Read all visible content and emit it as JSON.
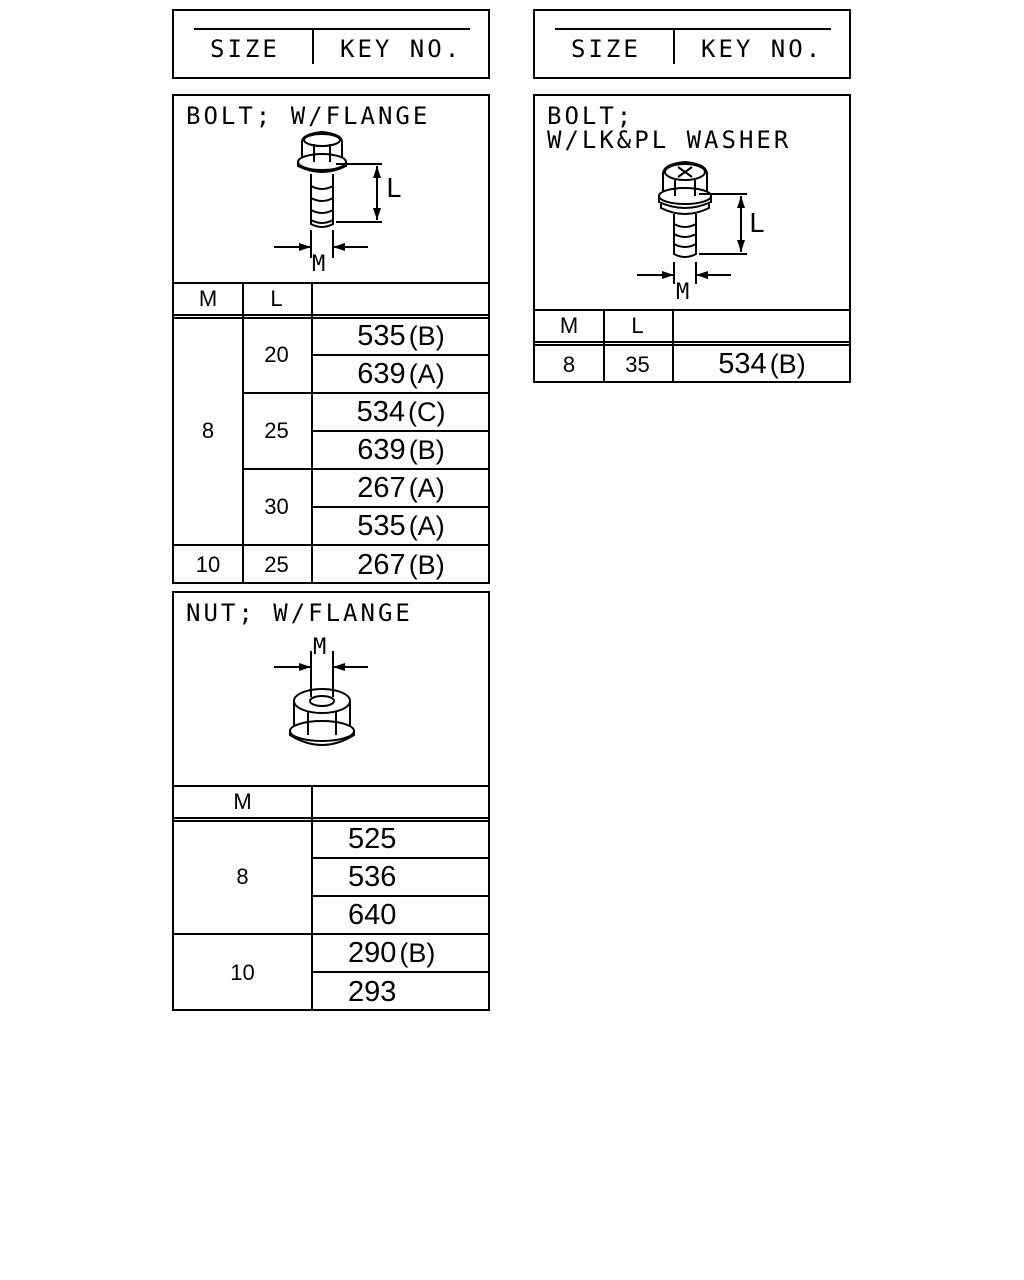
{
  "header": {
    "size_label": "SIZE",
    "key_label": "KEY NO."
  },
  "bolt_flange": {
    "title": "BOLT; W/FLANGE",
    "dim_l": "L",
    "dim_m": "M",
    "col_m": "M",
    "col_l": "L",
    "rows": [
      {
        "m": "8",
        "l": "20",
        "keys": [
          {
            "num": "535",
            "suffix": "(B)"
          },
          {
            "num": "639",
            "suffix": "(A)"
          }
        ]
      },
      {
        "m": "8",
        "l": "25",
        "keys": [
          {
            "num": "534",
            "suffix": "(C)"
          },
          {
            "num": "639",
            "suffix": "(B)"
          }
        ]
      },
      {
        "m": "8",
        "l": "30",
        "keys": [
          {
            "num": "267",
            "suffix": "(A)"
          },
          {
            "num": "535",
            "suffix": "(A)"
          }
        ]
      },
      {
        "m": "10",
        "l": "25",
        "keys": [
          {
            "num": "267",
            "suffix": "(B)"
          }
        ]
      }
    ],
    "m_groups": [
      "8",
      "10"
    ]
  },
  "bolt_washer": {
    "title_line1": "BOLT;",
    "title_line2": "W/LK&PL WASHER",
    "dim_l": "L",
    "dim_m": "M",
    "col_m": "M",
    "col_l": "L",
    "rows": [
      {
        "m": "8",
        "l": "35",
        "keys": [
          {
            "num": "534",
            "suffix": "(B)"
          }
        ]
      }
    ]
  },
  "nut_flange": {
    "title": "NUT; W/FLANGE",
    "dim_m": "M",
    "col_m": "M",
    "rows": [
      {
        "m": "8",
        "keys": [
          {
            "num": "525",
            "suffix": ""
          },
          {
            "num": "536",
            "suffix": ""
          },
          {
            "num": "640",
            "suffix": ""
          }
        ]
      },
      {
        "m": "10",
        "keys": [
          {
            "num": "290",
            "suffix": "(B)"
          },
          {
            "num": "293",
            "suffix": ""
          }
        ]
      }
    ]
  }
}
